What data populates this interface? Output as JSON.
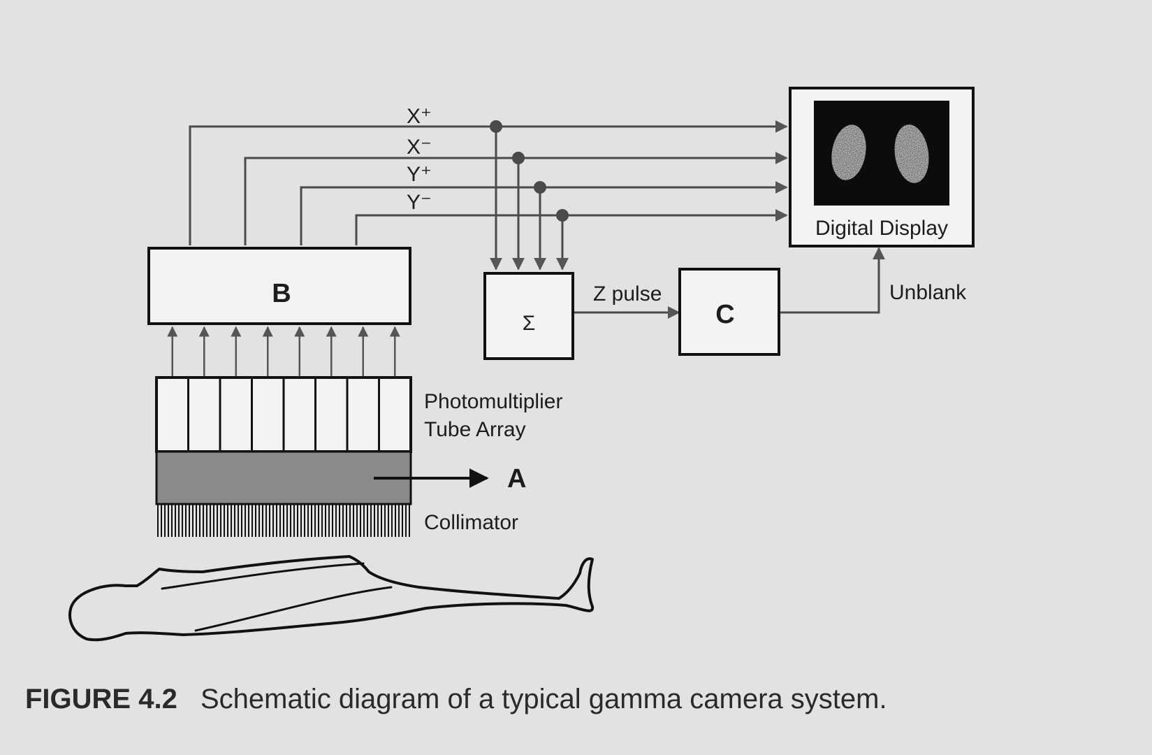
{
  "signals": {
    "x_plus": "X⁺",
    "x_minus": "X⁻",
    "y_plus": "Y⁺",
    "y_minus": "Y⁻"
  },
  "blocks": {
    "b_label": "B",
    "sum_label": "Σ",
    "c_label": "C",
    "display_label": "Digital Display"
  },
  "labels": {
    "z_pulse": "Z pulse",
    "unblank": "Unblank",
    "pmt_line1": "Photomultiplier",
    "pmt_line2": "Tube Array",
    "crystal_label": "A",
    "collimator": "Collimator"
  },
  "caption": {
    "number": "FIGURE 4.2",
    "text": "Schematic diagram of a typical gamma camera system."
  },
  "colors": {
    "background": "#e2e2e0",
    "line": "#3a3a3a",
    "box_stroke": "#111111",
    "crystal_fill": "#8a8a88",
    "display_screen": "#0c0c0c"
  }
}
